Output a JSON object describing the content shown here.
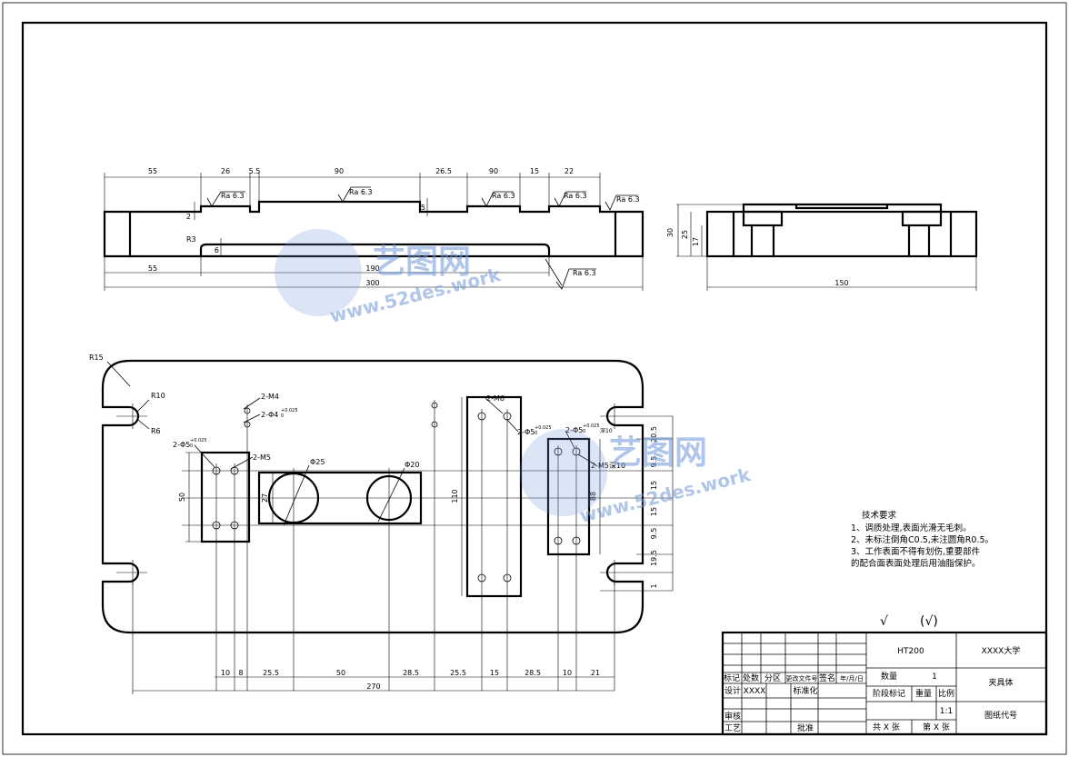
{
  "front_view": {
    "top_dims": [
      "55",
      "26",
      "5.5",
      "90",
      "26.5",
      "90",
      "15",
      "22"
    ],
    "bottom_dims": [
      "55",
      "190",
      "300"
    ],
    "side_small": [
      "2",
      "6",
      "5"
    ],
    "radius": "R3",
    "roughness": [
      "Ra 6.3",
      "Ra 6.3",
      "Ra 6.3",
      "Ra 6.3",
      "Ra 6.3",
      "Ra 6.3"
    ]
  },
  "side_view": {
    "height_dims": [
      "30",
      "25",
      "17"
    ],
    "width_dim": "150"
  },
  "plan_view": {
    "radii": [
      "R15",
      "R10",
      "R6"
    ],
    "hole_labels": [
      "2-M4",
      "2-Φ4",
      "2-Φ5",
      "2-M5",
      "2-M6",
      "2-Φ5",
      "2-Φ5",
      "2-M5深10"
    ],
    "tolerances": [
      "+0.025",
      "0",
      "+0.025",
      "0",
      "+0.025",
      "0",
      "+0.025",
      "0"
    ],
    "depth_note": "深10",
    "diameters": [
      "Φ25",
      "Φ20"
    ],
    "vertical_dims": [
      "50",
      "27",
      "110",
      "88"
    ],
    "right_dims": [
      "20.5",
      "9.5",
      "15",
      "15",
      "9.5",
      "19.5",
      "1"
    ],
    "bottom_dims": [
      "10",
      "8",
      "25.5",
      "50",
      "28.5",
      "25.5",
      "15",
      "28.5",
      "10",
      "21"
    ],
    "overall_width": "270"
  },
  "tech_requirements": {
    "title": "技术要求",
    "items": [
      "1、调质处理,表面光滑无毛刺。",
      "2、未标注倒角C0.5,未注圆角R0.5。",
      "3、工作表面不得有划伤,重要部件",
      "的配合面表面处理后用油脂保护。"
    ]
  },
  "roughness_symbol": {
    "check": "√",
    "paren_check": "(√)"
  },
  "title_block": {
    "material": "HT200",
    "university": "XXXX大学",
    "part_name": "夹具体",
    "quantity_label": "数量",
    "quantity": "1",
    "stage_label": "阶段标记",
    "weight_label": "重量",
    "scale_label": "比例",
    "scale": "1:1",
    "drawing_no_label": "图纸代号",
    "total_sheets": "共 X 张",
    "sheet_no": "第 X 张",
    "rev_headers": [
      "标记",
      "处数",
      "分区",
      "更改文件号",
      "签名",
      "年/月/日"
    ],
    "design_label": "设计",
    "designer": "XXXX",
    "standard_label": "标准化",
    "review_label": "审核",
    "process_label": "工艺",
    "approve_label": "批准"
  },
  "watermark": {
    "brand": "艺图网",
    "url": "www.52des.work"
  },
  "colors": {
    "line": "#000000",
    "watermark": "#6f97d8"
  }
}
